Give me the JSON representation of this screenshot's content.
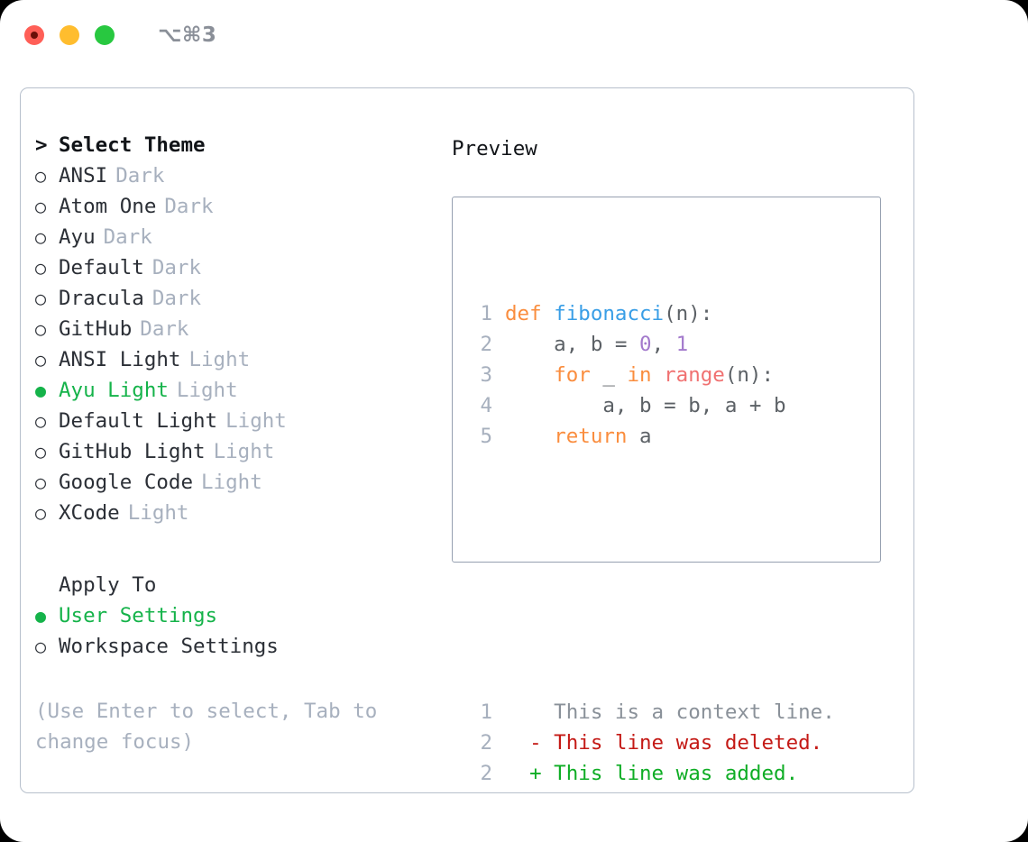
{
  "titlebar": {
    "shortcut": "⌥⌘3",
    "buttons": [
      {
        "name": "close",
        "color": "#ff5f57"
      },
      {
        "name": "minimize",
        "color": "#ffbd2e"
      },
      {
        "name": "zoom",
        "color": "#28c840"
      }
    ]
  },
  "theme_picker": {
    "prompt": ">",
    "title": "Select Theme",
    "unselected_marker": "○",
    "selected_marker": "●",
    "items": [
      {
        "label": "ANSI",
        "variant": "Dark",
        "selected": false
      },
      {
        "label": "Atom One",
        "variant": "Dark",
        "selected": false
      },
      {
        "label": "Ayu",
        "variant": "Dark",
        "selected": false
      },
      {
        "label": "Default",
        "variant": "Dark",
        "selected": false
      },
      {
        "label": "Dracula",
        "variant": "Dark",
        "selected": false
      },
      {
        "label": "GitHub",
        "variant": "Dark",
        "selected": false
      },
      {
        "label": "ANSI Light",
        "variant": "Light",
        "selected": false
      },
      {
        "label": "Ayu Light",
        "variant": "Light",
        "selected": true
      },
      {
        "label": "Default Light",
        "variant": "Light",
        "selected": false
      },
      {
        "label": "GitHub Light",
        "variant": "Light",
        "selected": false
      },
      {
        "label": "Google Code",
        "variant": "Light",
        "selected": false
      },
      {
        "label": "XCode",
        "variant": "Light",
        "selected": false
      }
    ]
  },
  "apply_to": {
    "title": "Apply To",
    "items": [
      {
        "label": "User Settings",
        "selected": true
      },
      {
        "label": "Workspace Settings",
        "selected": false
      }
    ]
  },
  "hint": "(Use Enter to select, Tab to change focus)",
  "preview": {
    "title": "Preview",
    "code_lines": [
      {
        "lineno": "1",
        "tokens": [
          {
            "text": "def ",
            "type": "kw"
          },
          {
            "text": "fibonacci",
            "type": "fn"
          },
          {
            "text": "(n):",
            "type": "punct"
          }
        ]
      },
      {
        "lineno": "2",
        "tokens": [
          {
            "text": "    a, b = ",
            "type": "plain"
          },
          {
            "text": "0",
            "type": "num"
          },
          {
            "text": ", ",
            "type": "plain"
          },
          {
            "text": "1",
            "type": "num"
          }
        ]
      },
      {
        "lineno": "3",
        "tokens": [
          {
            "text": "    ",
            "type": "plain"
          },
          {
            "text": "for",
            "type": "kw"
          },
          {
            "text": " _ ",
            "type": "plain"
          },
          {
            "text": "in",
            "type": "kw"
          },
          {
            "text": " ",
            "type": "plain"
          },
          {
            "text": "range",
            "type": "builtin"
          },
          {
            "text": "(n):",
            "type": "punct"
          }
        ]
      },
      {
        "lineno": "4",
        "tokens": [
          {
            "text": "        a, b = b, a + b",
            "type": "plain"
          }
        ]
      },
      {
        "lineno": "5",
        "tokens": [
          {
            "text": "    ",
            "type": "plain"
          },
          {
            "text": "return",
            "type": "kw"
          },
          {
            "text": " a",
            "type": "plain"
          }
        ]
      }
    ],
    "diff_lines": [
      {
        "lineno": "1",
        "marker": " ",
        "text": " This is a context line.",
        "kind": "ctx"
      },
      {
        "lineno": "2",
        "marker": "-",
        "text": " This line was deleted.",
        "kind": "del"
      },
      {
        "lineno": "2",
        "marker": "+",
        "text": " This line was added.",
        "kind": "add"
      }
    ]
  },
  "colors": {
    "accent_green": "#15b34a",
    "muted_gray": "#a7b0be",
    "keyword_orange": "#fa8d3e",
    "function_blue": "#399ee6",
    "number_purple": "#a37acc",
    "builtin_red": "#f07171",
    "diff_add_green": "#0fad25",
    "diff_del_red": "#c41a16"
  }
}
